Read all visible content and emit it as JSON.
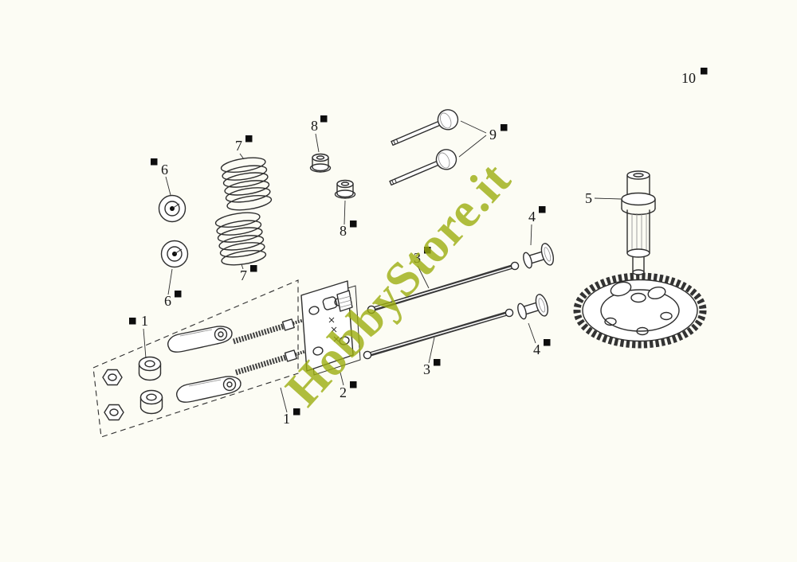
{
  "page": {
    "background_color": "#fcfcf4",
    "line_color": "#2e2e2e"
  },
  "watermark": {
    "text": "HobbyStore.it",
    "color": "#9dae10"
  },
  "labels": {
    "part1_upper": "1",
    "part1_lower": "1",
    "part2": "2",
    "part3_upper": "3",
    "part3_lower": "3",
    "part4_upper": "4",
    "part4_lower": "4",
    "part5": "5",
    "part6_upper": "6",
    "part6_lower": "6",
    "part7_upper": "7",
    "part7_lower": "7",
    "part8_upper": "8",
    "part8_lower": "8",
    "part9": "9",
    "part10": "10"
  }
}
